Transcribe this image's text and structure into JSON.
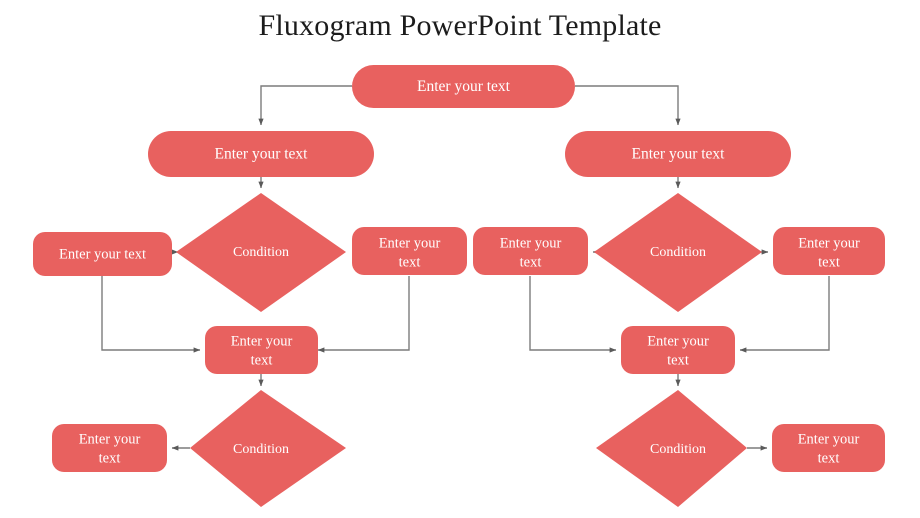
{
  "page": {
    "title": "Fluxogram PowerPoint Template",
    "background_color": "#ffffff",
    "title_color": "#1c1c1c"
  },
  "theme": {
    "shape_fill": "#e8615f",
    "shape_text_color": "#ffffff",
    "connector_color": "#7c7c7c"
  },
  "labels": {
    "enter_text": "Enter your text",
    "enter_text_line1": "Enter your",
    "enter_text_line2": "text",
    "condition": "Condition"
  },
  "diagram": {
    "type": "flowchart",
    "branches": [
      {
        "name": "left-branch",
        "nodes": [
          {
            "id": "start",
            "shape": "pill",
            "text": "Enter your text"
          },
          {
            "id": "left-step-1",
            "shape": "pill",
            "text": "Enter your text"
          },
          {
            "id": "left-condition-1",
            "shape": "diamond",
            "text": "Condition"
          },
          {
            "id": "left-outcome-no",
            "shape": "rounded-rect",
            "text": "Enter your text"
          },
          {
            "id": "left-outcome-yes",
            "shape": "rounded-rect",
            "text": "Enter your text"
          },
          {
            "id": "left-merge",
            "shape": "rounded-rect",
            "text": "Enter your text"
          },
          {
            "id": "left-condition-2",
            "shape": "diamond",
            "text": "Condition"
          },
          {
            "id": "left-end",
            "shape": "rounded-rect",
            "text": "Enter your text"
          }
        ]
      },
      {
        "name": "right-branch",
        "nodes": [
          {
            "id": "right-step-1",
            "shape": "pill",
            "text": "Enter your text"
          },
          {
            "id": "right-condition-1",
            "shape": "diamond",
            "text": "Condition"
          },
          {
            "id": "right-outcome-no",
            "shape": "rounded-rect",
            "text": "Enter your text"
          },
          {
            "id": "right-outcome-yes",
            "shape": "rounded-rect",
            "text": "Enter your text"
          },
          {
            "id": "right-merge",
            "shape": "rounded-rect",
            "text": "Enter your text"
          },
          {
            "id": "right-condition-2",
            "shape": "diamond",
            "text": "Condition"
          },
          {
            "id": "right-end",
            "shape": "rounded-rect",
            "text": "Enter your text"
          }
        ]
      }
    ]
  }
}
